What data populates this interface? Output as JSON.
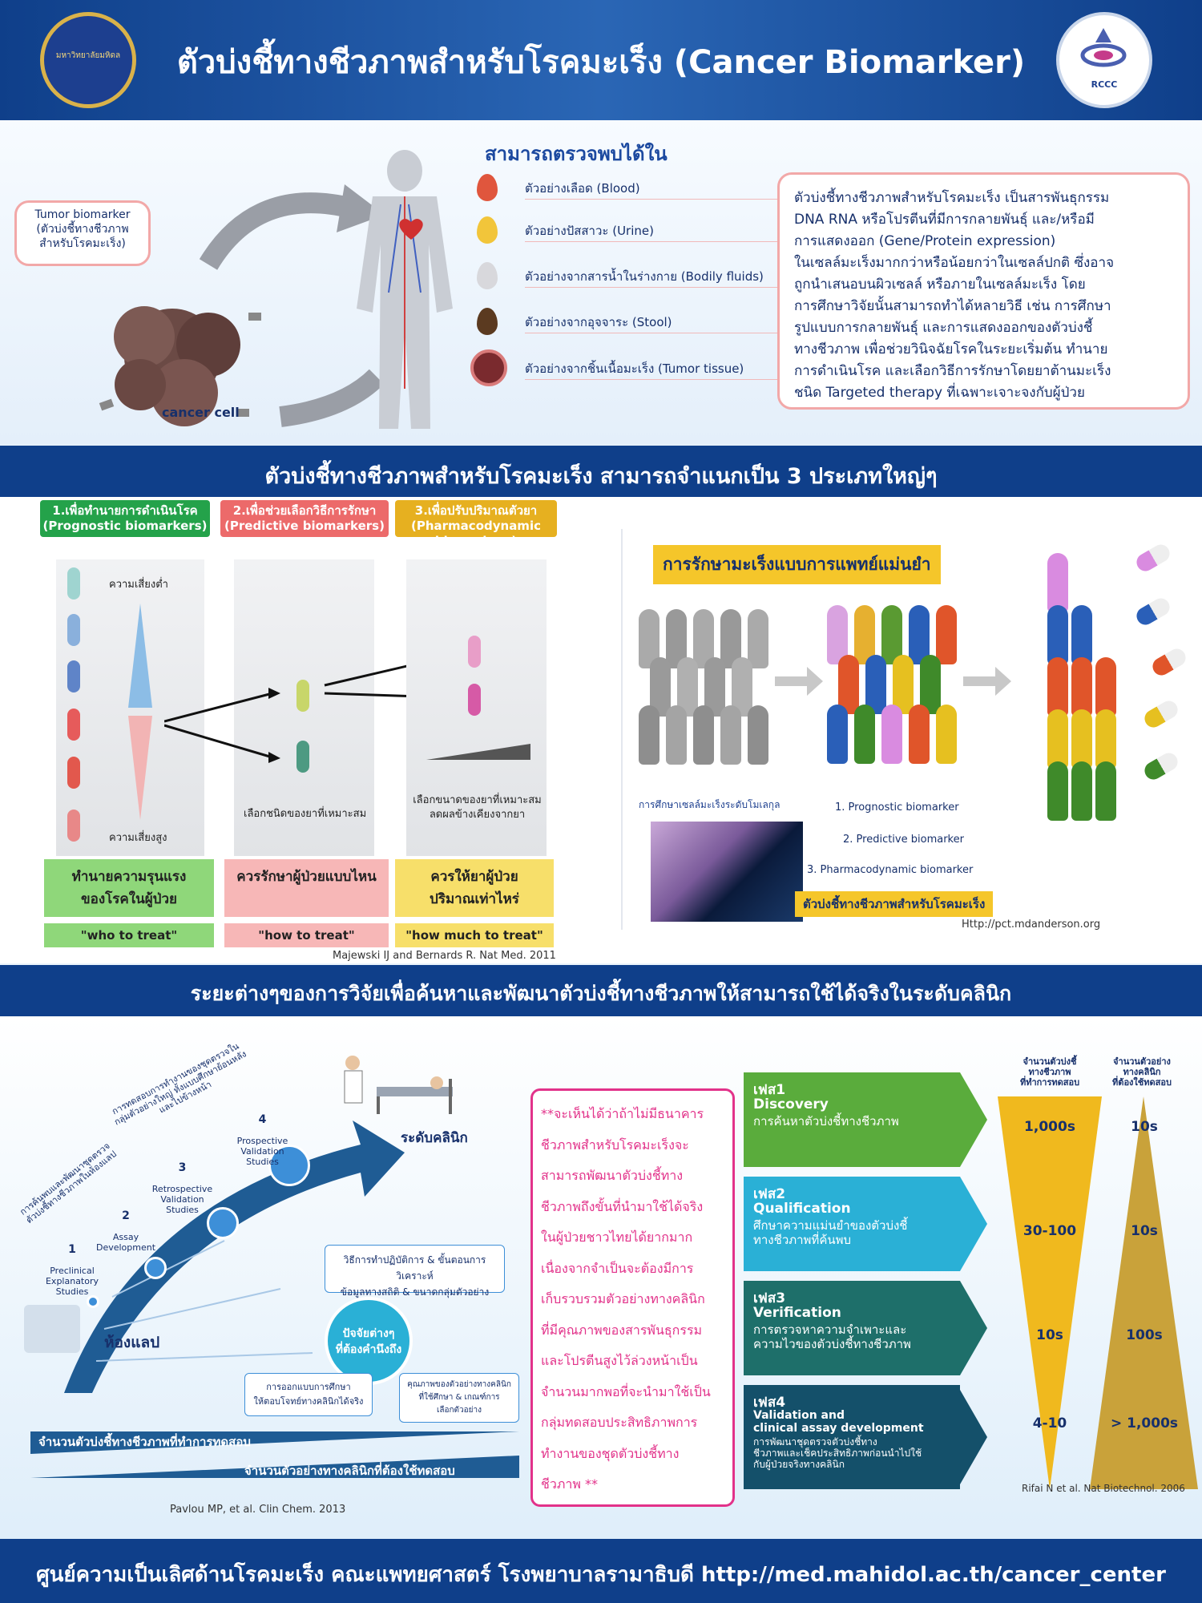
{
  "header": {
    "title": "ตัวบ่งชี้ทางชีวภาพสำหรับโรคมะเร็ง (Cancer Biomarker)",
    "logo_left_text": "มหาวิทยาลัยมหิดล",
    "logo_right_text": "RCCC"
  },
  "section1": {
    "tumor_label": "Tumor biomarker\n(ตัวบ่งชี้ทางชีวภาพ\nสำหรับโรคมะเร็ง)",
    "cancer_cell_label": "cancer cell",
    "detect_title": "สามารถตรวจพบได้ใน",
    "samples": [
      {
        "label": "ตัวอย่างเลือด (Blood)",
        "color": "#e0563d"
      },
      {
        "label": "ตัวอย่างปัสสาวะ (Urine)",
        "color": "#f2c53a"
      },
      {
        "label": "ตัวอย่างจากสารน้ำในร่างกาย (Bodily fluids)",
        "color": "#d8d8dc"
      },
      {
        "label": "ตัวอย่างจากอุจจาระ (Stool)",
        "color": "#5b3a20"
      },
      {
        "label": "ตัวอย่างจากชิ้นเนื้อมะเร็ง (Tumor tissue)",
        "color": "#7a2a2e"
      }
    ],
    "description_lines": [
      "ตัวบ่งชี้ทางชีวภาพสำหรับโรคมะเร็ง เป็นสารพันธุกรรม",
      "DNA  RNA หรือโปรตีนที่มีการกลายพันธุ์ และ/หรือมี",
      "การแสดงออก  (Gene/Protein expression)",
      "ในเซลล์มะเร็งมากกว่าหรือน้อยกว่าในเซลล์ปกติ  ซึ่งอาจ",
      "ถูกนำเสนอบนผิวเซลล์  หรือภายในเซลล์มะเร็ง โดย",
      "การศึกษาวิจัยนั้นสามารถทำได้หลายวิธี เช่น การศึกษา",
      "รูปแบบการกลายพันธุ์ และการแสดงออกของตัวบ่งชี้",
      "ทางชีวภาพ เพื่อช่วยวินิจฉัยโรคในระยะเริ่มต้น ทำนาย",
      "การดำเนินโรค และเลือกวิธีการรักษาโดยยาต้านมะเร็ง",
      "ชนิด Targeted therapy ที่เฉพาะเจาะจงกับผู้ป่วย"
    ]
  },
  "section2": {
    "band_title": "ตัวบ่งชี้ทางชีวภาพสำหรับโรคมะเร็ง สามารถจำแนกเป็น 3 ประเภทใหญ่ๆ",
    "columns": [
      {
        "head1": "1.เพื่อทำนายการดำเนินโรค",
        "head2": "(Prognostic biomarkers)",
        "color": "#24a24a",
        "foot": "ทำนายความรุนแรง\nของโรคในผู้ป่วย",
        "foot_color": "#8fd77a",
        "quote": "\"who to treat\"",
        "quote_color": "#8fd77a"
      },
      {
        "head1": "2.เพื่อช่วยเลือกวิธีการรักษา",
        "head2": "(Predictive biomarkers)",
        "color": "#ec6a6a",
        "foot": "ควรรักษาผู้ป่วยแบบไหน",
        "foot_color": "#f7b7b7",
        "quote": "\"how to treat\"",
        "quote_color": "#f7b7b7"
      },
      {
        "head1": "3.เพื่อปรับปริมาณตัวยา",
        "head2": "(Pharmacodynamic biomarkers)",
        "color": "#e6b020",
        "foot": "ควรให้ยาผู้ป่วย\nปริมาณเท่าไหร่",
        "foot_color": "#f7df6a",
        "quote": "\"how much to treat\"",
        "quote_color": "#f7df6a"
      }
    ],
    "low_risk": "ความเสี่ยงต่ำ",
    "high_risk": "ความเสี่ยงสูง",
    "choose_drug": "เลือกชนิดของยาที่เหมาะสม",
    "choose_dose": "เลือกขนาดของยาที่เหมาะสม\nลดผลข้างเคียงจากยา",
    "ref_left": "Majewski IJ and Bernards R. Nat Med. 2011",
    "precision_title": "การรักษามะเร็งแบบการแพทย์แม่นยำ",
    "molecular_label": "การศึกษาเซลล์มะเร็งระดับโมเลกุล",
    "biomarker_list": [
      "1. Prognostic biomarker",
      "2. Predictive biomarker",
      "3. Pharmacodynamic biomarker"
    ],
    "biomarker_tag": "ตัวบ่งชี้ทางชีวภาพสำหรับโรคมะเร็ง",
    "ref_right": "Http://pct.mdanderson.org",
    "pill_colors": [
      "#d98be0",
      "#2a5fb8",
      "#e0552a",
      "#e6c020",
      "#3f8a2a"
    ]
  },
  "section3": {
    "band_title": "ระยะต่างๆของการวิจัยเพื่อค้นหาและพัฒนาตัวบ่งชี้ทางชีวภาพให้สามารถใช้ได้จริงในระดับคลินิก",
    "clinic_label": "ระดับคลินิก",
    "lab_label": "ห้องแลป",
    "stages": [
      {
        "num": "1",
        "text": "Preclinical\nExplanatory\nStudies"
      },
      {
        "num": "2",
        "text": "Assay\nDevelopment"
      },
      {
        "num": "3",
        "text": "Retrospective\nValidation\nStudies"
      },
      {
        "num": "4",
        "text": "Prospective\nValidation\nStudies"
      }
    ],
    "note_stage1": "การค้นพบและพัฒนาชุดตรวจ\nตัวบ่งชี้ทางชีวภาพในห้องแลป",
    "note_stage4": "การทดสอบการทำงานของชุดตรวจใน\nกลุ่มตัวอย่างใหญ่ ทั้งแบบศึกษาย้อนหลัง\nและไปข้างหน้า",
    "factor_center": "ปัจจัยต่างๆ\nที่ต้องคำนึงถึง",
    "factor_1": "วิธีการทำปฏิบัติการ & ขั้นตอนการวิเคราะห์\nข้อมูลทางสถิติ & ขนาดกลุ่มตัวอย่าง",
    "factor_2": "การออกแบบการศึกษา\nให้ตอบโจทย์ทางคลินิกได้จริง",
    "factor_3": "คุณภาพของตัวอย่างทางคลินิก\nที่ใช้ศึกษา & เกณฑ์การ\nเลือกตัวอย่าง",
    "bar_top": "จำนวนตัวบ่งชี้ทางชีวภาพที่ทำการทดสอบ",
    "bar_bottom": "จำนวนตัวอย่างทางคลินิกที่ต้องใช้ทดสอบ",
    "ref_left": "Pavlou MP, et al. Clin Chem. 2013",
    "note_lines": [
      "**จะเห็นได้ว่าถ้าไม่มีธนาคาร",
      "ชีวภาพสำหรับโรคมะเร็งจะ",
      "สามารถพัฒนาตัวบ่งชี้ทาง",
      "ชีวภาพถึงขั้นที่นำมาใช้ได้จริง",
      "ในผู้ป่วยชาวไทยได้ยากมาก",
      "เนื่องจากจำเป็นจะต้องมีการ",
      "เก็บรวบรวมตัวอย่างทางคลินิก",
      "ที่มีคุณภาพของสารพันธุกรรม",
      "และโปรตีนสูงไว้ล่วงหน้าเป็น",
      "จำนวนมากพอที่จะนำมาใช้เป็น",
      "กลุ่มทดสอบประสิทธิภาพการ",
      "ทำงานของชุดตัวบ่งชี้ทาง",
      "ชีวภาพ **"
    ],
    "phases": [
      {
        "title": "เฟส1",
        "en": "Discovery",
        "th": "การค้นหาตัวบ่งชี้ทางชีวภาพ",
        "color": "#5aac3c"
      },
      {
        "title": "เฟส2",
        "en": "Qualification",
        "th": "ศึกษาความแม่นยำของตัวบ่งชี้\nทางชีวภาพที่ค้นพบ",
        "color": "#2ab0d6"
      },
      {
        "title": "เฟส3",
        "en": "Verification",
        "th": "การตรวจหาความจำเพาะและ\nความไวของตัวบ่งชี้ทางชีวภาพ",
        "color": "#1e6f6a"
      },
      {
        "title": "เฟส4",
        "en": "Validation and\nclinical assay development",
        "th": "การพัฒนาชุดตรวจตัวบ่งชี้ทาง\nชีวภาพและเช็คประสิทธิภาพก่อนนำไปใช้\nกับผู้ป่วยจริงทางคลินิก",
        "color": "#14506a"
      }
    ],
    "col1_head": "จำนวนตัวบ่งชี้\nทางชีวภาพ\nที่ทำการทดสอบ",
    "col2_head": "จำนวนตัวอย่าง\nทางคลินิก\nที่ต้องใช้ทดสอบ",
    "col1_values": [
      "1,000s",
      "30-100",
      "10s",
      "4-10"
    ],
    "col2_values": [
      "10s",
      "10s",
      "100s",
      "> 1,000s"
    ],
    "ref_right": "Rifai N et al. Nat Biotechnol. 2006"
  },
  "footer": {
    "text": "ศูนย์ความเป็นเลิศด้านโรคมะเร็ง คณะแพทยศาสตร์ โรงพยาบาลรามาธิบดี http://med.mahidol.ac.th/cancer_center"
  }
}
